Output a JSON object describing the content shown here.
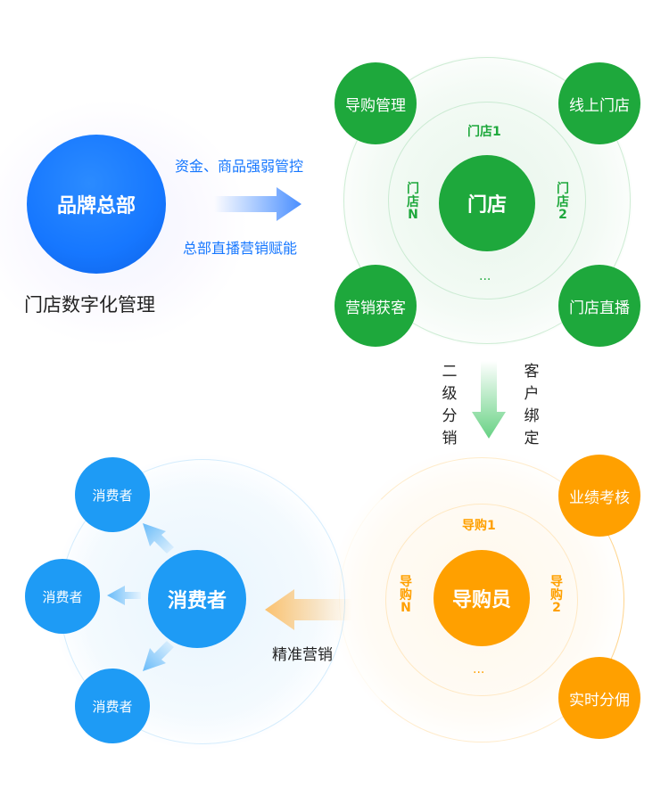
{
  "colors": {
    "blue": "#1677ff",
    "green": "#1ea83c",
    "orange": "#ffa000",
    "consumer_blue": "#1e9bf5"
  },
  "hq": {
    "title": "品牌总部",
    "caption": "门店数字化管理",
    "arrow_top_label": "资金、商品强弱管控",
    "arrow_bottom_label": "总部直播营销赋能"
  },
  "store": {
    "center": "门店",
    "inner_top": "门店1",
    "inner_left": "门店\nN",
    "inner_right": "门店\n2",
    "inner_bottom": "...",
    "satellites": [
      "导购管理",
      "线上门店",
      "营销获客",
      "门店直播"
    ]
  },
  "middle_arrow": {
    "left_label": "二\n级\n分\n销",
    "right_label": "客\n户\n绑\n定"
  },
  "guide": {
    "center": "导购员",
    "inner_top": "导购1",
    "inner_left": "导\n购\nN",
    "inner_right": "导\n购\n2",
    "inner_bottom": "...",
    "satellites": [
      "业绩考核",
      "实时分佣"
    ]
  },
  "consumer": {
    "center": "消费者",
    "satellites": [
      "消费者",
      "消费者",
      "消费者"
    ],
    "arrow_label": "精准营销"
  }
}
